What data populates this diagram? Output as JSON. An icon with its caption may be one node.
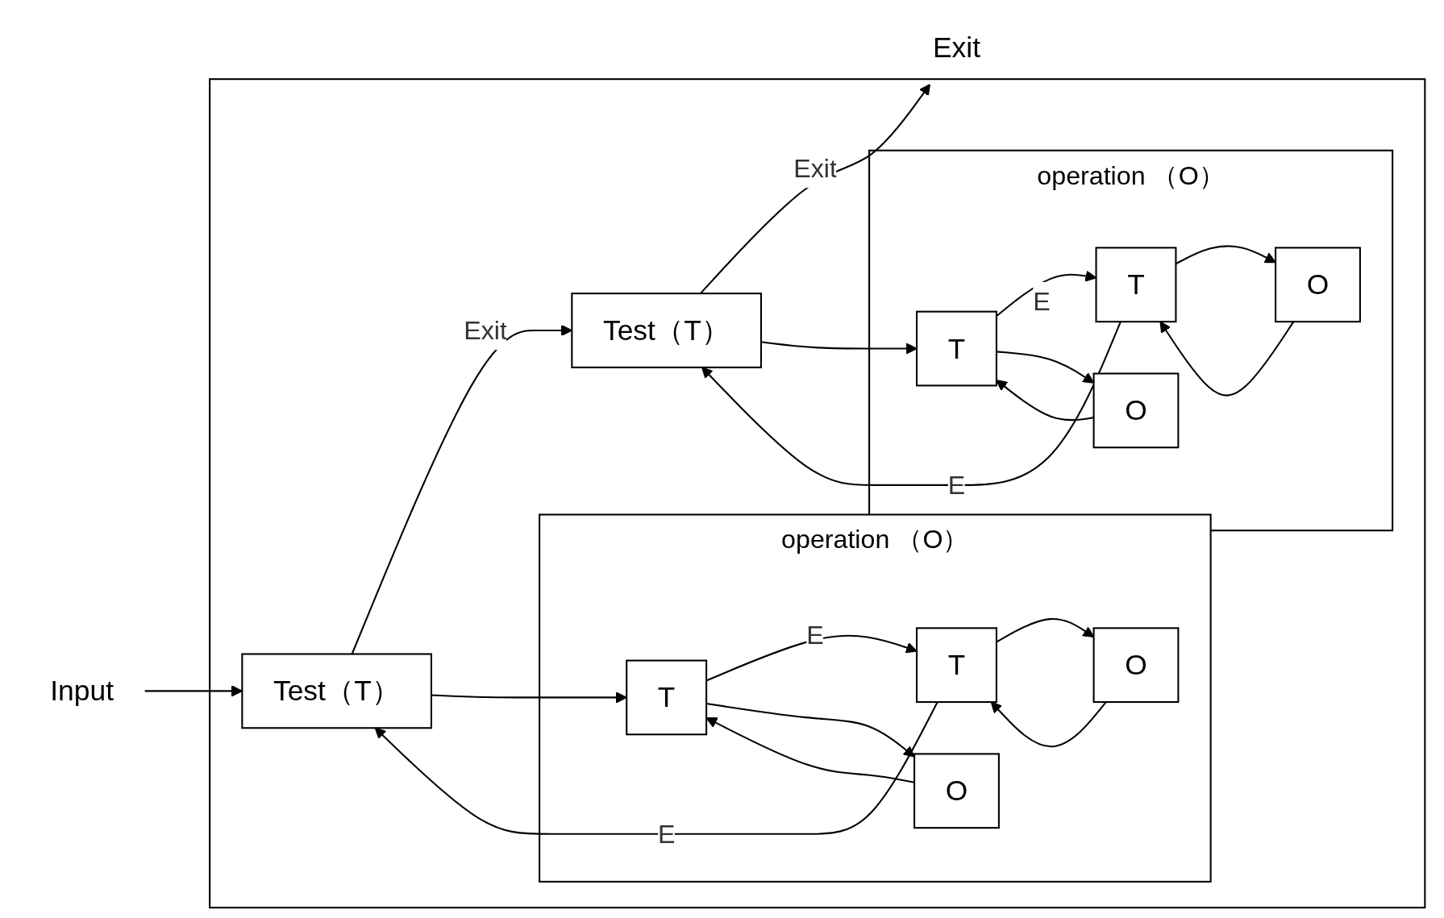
{
  "diagram": {
    "nodes": [
      {
        "text": [],
        "shape": "box"
      },
      {
        "text": [
          "Input"
        ]
      },
      {
        "text": [
          "Test（T）"
        ],
        "in": 0
      },
      {
        "text": [
          "operation （O）"
        ],
        "in": 0
      },
      {
        "text": [
          "T"
        ],
        "in": 3
      },
      {
        "text": [
          "T"
        ],
        "in": 3
      },
      {
        "text": [
          "O"
        ],
        "in": 3
      },
      {
        "text": [
          "O"
        ],
        "in": 3
      },
      {
        "text": [
          "Test（T）"
        ],
        "in": 0
      },
      {
        "text": [
          "operation （O）"
        ],
        "in": 0
      },
      {
        "text": [
          "T"
        ],
        "in": 9
      },
      {
        "text": [
          "T"
        ],
        "in": 9
      },
      {
        "text": [
          "O"
        ],
        "in": 9
      },
      {
        "text": [
          "O"
        ],
        "in": 9
      },
      {
        "text": [
          "Exit"
        ]
      }
    ],
    "edges": [
      {
        "from": 1,
        "to": 2,
        "arrow": "to"
      },
      {
        "from": 2,
        "to": 8,
        "arrow": "to",
        "label": "Exit"
      },
      {
        "from": 8,
        "to": 14,
        "arrow": "to",
        "label": "Exit"
      },
      {
        "from": 2,
        "to": 4,
        "arrow": "to"
      },
      {
        "from": 4,
        "to": 5,
        "arrow": "to",
        "label": "E"
      },
      {
        "from": 5,
        "to": 2,
        "arrow": "to",
        "label": "E"
      },
      {
        "from": 4,
        "to": 6,
        "arrow": "to"
      },
      {
        "from": 6,
        "to": 4,
        "arrow": "to"
      },
      {
        "from": 5,
        "to": 7,
        "arrow": "to"
      },
      {
        "from": 7,
        "to": 5,
        "arrow": "to"
      },
      {
        "from": 8,
        "to": 10,
        "arrow": "to"
      },
      {
        "from": 10,
        "to": 11,
        "arrow": "to",
        "label": "E"
      },
      {
        "from": 11,
        "to": 8,
        "arrow": "to",
        "label": "E"
      },
      {
        "from": 10,
        "to": 12,
        "arrow": "to"
      },
      {
        "from": 12,
        "to": 10,
        "arrow": "to"
      },
      {
        "from": 11,
        "to": 13,
        "arrow": "to"
      },
      {
        "from": 13,
        "to": 11,
        "arrow": "to"
      }
    ]
  }
}
